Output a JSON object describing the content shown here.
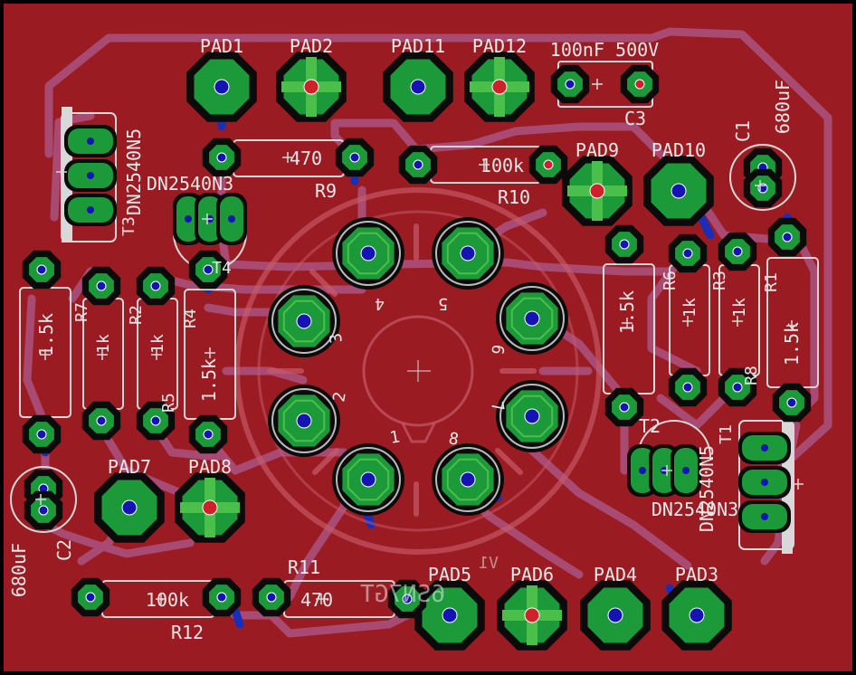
{
  "colors": {
    "background": "#000000",
    "copper_fill": "#9a1c22",
    "trace_top": "#a84a72",
    "trace_bottom": "#1a2fb8",
    "pad_outer": "#0b0b0b",
    "pad_ring": "#1c9a3a",
    "pad_ring_light": "#4ac04a",
    "silkscreen": "#d8d8d8",
    "drill_red": "#d0202a",
    "drill_blue": "#1414b4",
    "socket_outline": "#c85a6a"
  },
  "board": {
    "tube_pin_labels": [
      "1",
      "2",
      "3",
      "4",
      "5",
      "6",
      "7",
      "8"
    ],
    "tube_name": "6SN7GT",
    "tube_ref": "V1"
  },
  "components": {
    "pads": [
      "PAD1",
      "PAD2",
      "PAD11",
      "PAD12",
      "PAD9",
      "PAD10",
      "PAD7",
      "PAD8",
      "PAD5",
      "PAD6",
      "PAD4",
      "PAD3"
    ],
    "resistors": [
      {
        "ref": "R9",
        "value": "470"
      },
      {
        "ref": "R10",
        "value": "100k"
      },
      {
        "ref": "R11",
        "value": "470"
      },
      {
        "ref": "R12",
        "value": "100k"
      },
      {
        "ref": "R7",
        "value": "1k"
      },
      {
        "ref": "R2",
        "value": "1k"
      },
      {
        "ref": "R4",
        "value": "1.5k"
      },
      {
        "ref": "R5",
        "value": "1.5k"
      },
      {
        "ref": "R6",
        "value": "1k"
      },
      {
        "ref": "R3",
        "value": "1k"
      },
      {
        "ref": "R1",
        "value": "1.5k"
      },
      {
        "ref": "R8",
        "value": "1.5k"
      }
    ],
    "capacitors": [
      {
        "ref": "C3",
        "value": "100nF 500V"
      },
      {
        "ref": "C1",
        "value": "680uF"
      },
      {
        "ref": "C2",
        "value": "680uF"
      }
    ],
    "transistors": [
      {
        "ref": "T3",
        "value": "DN2540N5"
      },
      {
        "ref": "T4",
        "value": "DN2540N3"
      },
      {
        "ref": "T2",
        "value": "DN2540N3"
      },
      {
        "ref": "T1",
        "value": "DN2540N5"
      }
    ]
  }
}
